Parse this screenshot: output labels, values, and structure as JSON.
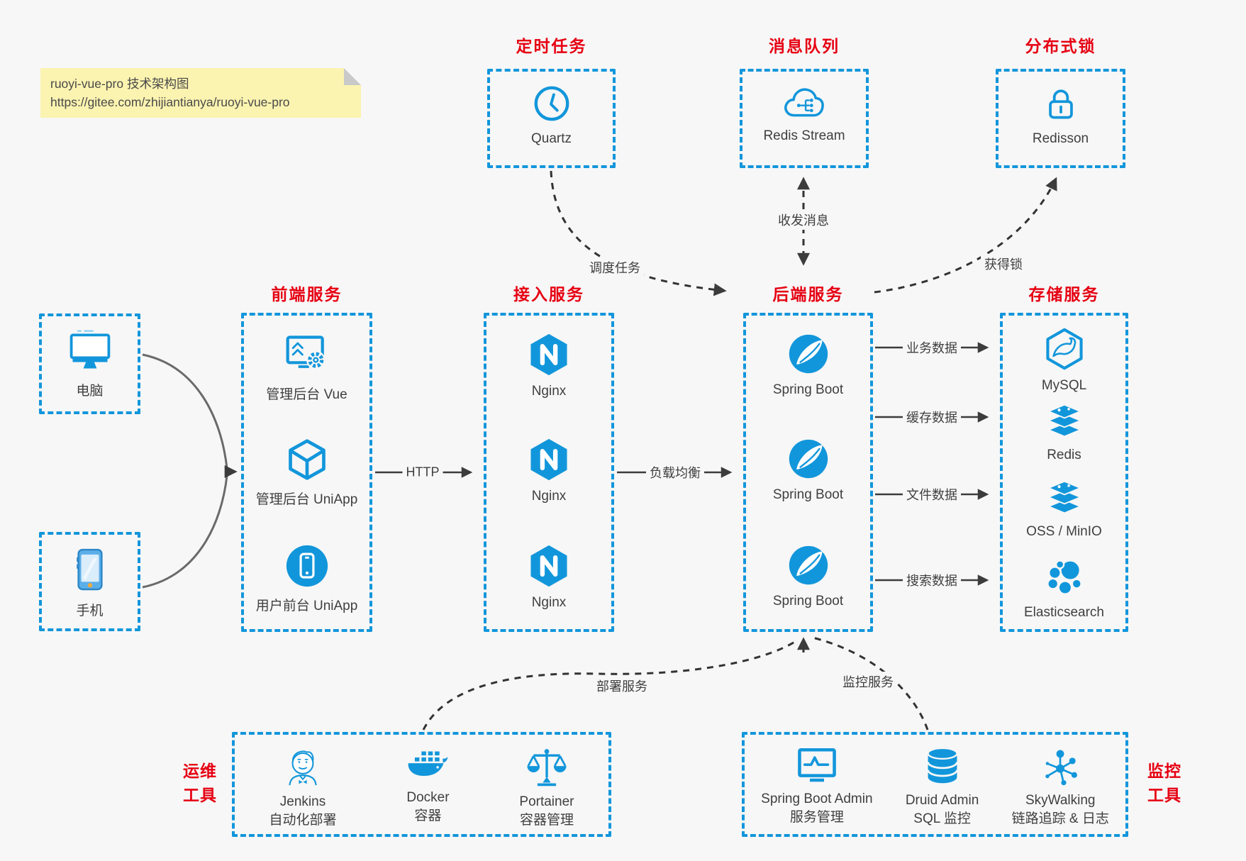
{
  "colors": {
    "accent_blue": "#1296db",
    "title_red": "#e60012",
    "note_yellow": "#fbf3b0",
    "text": "#3f3f3f"
  },
  "note": {
    "line1": "ruoyi-vue-pro 技术架构图",
    "line2": "https://gitee.com/zhijiantianya/ruoyi-vue-pro"
  },
  "top_groups": [
    {
      "title": "定时任务",
      "label": "Quartz",
      "icon": "clock-icon"
    },
    {
      "title": "消息队列",
      "label": "Redis Stream",
      "icon": "cloud-mq-icon"
    },
    {
      "title": "分布式锁",
      "label": "Redisson",
      "icon": "lock-icon"
    }
  ],
  "clients": [
    {
      "label": "电脑",
      "icon": "computer-icon"
    },
    {
      "label": "手机",
      "icon": "phone-icon"
    }
  ],
  "columns": [
    {
      "title": "前端服务",
      "items": [
        {
          "label": "管理后台 Vue",
          "icon": "admin-vue-icon"
        },
        {
          "label": "管理后台 UniApp",
          "icon": "uniapp-cube-icon"
        },
        {
          "label": "用户前台 UniApp",
          "icon": "user-uniapp-icon"
        }
      ]
    },
    {
      "title": "接入服务",
      "items": [
        {
          "label": "Nginx",
          "icon": "nginx-icon"
        },
        {
          "label": "Nginx",
          "icon": "nginx-icon"
        },
        {
          "label": "Nginx",
          "icon": "nginx-icon"
        }
      ]
    },
    {
      "title": "后端服务",
      "items": [
        {
          "label": "Spring Boot",
          "icon": "spring-boot-icon"
        },
        {
          "label": "Spring Boot",
          "icon": "spring-boot-icon"
        },
        {
          "label": "Spring Boot",
          "icon": "spring-boot-icon"
        }
      ]
    },
    {
      "title": "存储服务",
      "items": [
        {
          "label": "MySQL",
          "icon": "mysql-icon"
        },
        {
          "label": "Redis",
          "icon": "redis-icon"
        },
        {
          "label": "OSS / MinIO",
          "icon": "oss-icon"
        },
        {
          "label": "Elasticsearch",
          "icon": "elasticsearch-icon"
        }
      ]
    }
  ],
  "edges": {
    "http": "HTTP",
    "load_balance": "负载均衡",
    "schedule": "调度任务",
    "message": "收发消息",
    "lock": "获得锁",
    "business": "业务数据",
    "cache": "缓存数据",
    "file": "文件数据",
    "search": "搜索数据",
    "deploy": "部署服务",
    "monitor": "监控服务"
  },
  "ops": {
    "side_label": [
      "运维",
      "工具"
    ],
    "items": [
      {
        "name": "Jenkins",
        "desc": "自动化部署",
        "icon": "jenkins-icon"
      },
      {
        "name": "Docker",
        "desc": "容器",
        "icon": "docker-icon"
      },
      {
        "name": "Portainer",
        "desc": "容器管理",
        "icon": "portainer-icon"
      }
    ]
  },
  "monitoring": {
    "side_label": [
      "监控",
      "工具"
    ],
    "items": [
      {
        "name": "Spring Boot Admin",
        "desc": "服务管理",
        "icon": "spring-boot-admin-icon"
      },
      {
        "name": "Druid Admin",
        "desc": "SQL 监控",
        "icon": "druid-icon"
      },
      {
        "name": "SkyWalking",
        "desc": "链路追踪 & 日志",
        "icon": "skywalking-icon"
      }
    ]
  }
}
